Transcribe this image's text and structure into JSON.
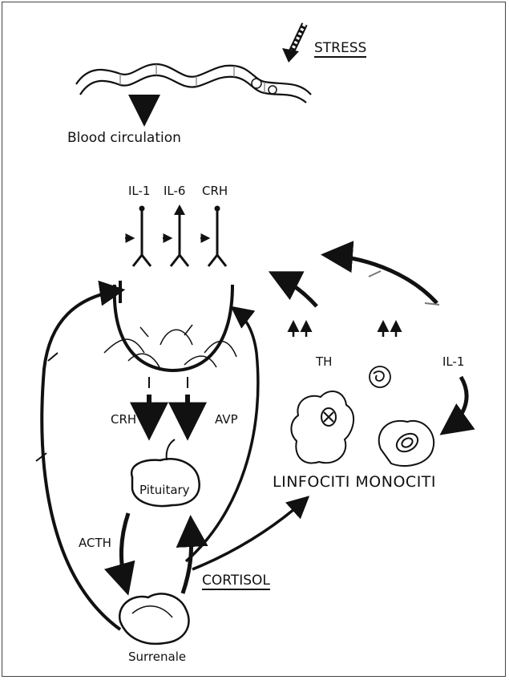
{
  "labels": {
    "stress": "STRESS",
    "blood_circulation": "Blood circulation",
    "receptor_1": "IL-1",
    "receptor_2": "IL-6",
    "receptor_3": "CRH",
    "cell_th": "TH",
    "cell_il1": "IL-1",
    "crh": "CRH",
    "avp": "AVP",
    "pituitary": "Pituitary",
    "acth": "ACTH",
    "cortisol": "CORTISOL",
    "adrenals": "Surrenale",
    "immune_cells": "LINFOCITI MONOCITI"
  },
  "colors": {
    "line": "#111111",
    "background": "#ffffff",
    "frame": "#444444"
  }
}
